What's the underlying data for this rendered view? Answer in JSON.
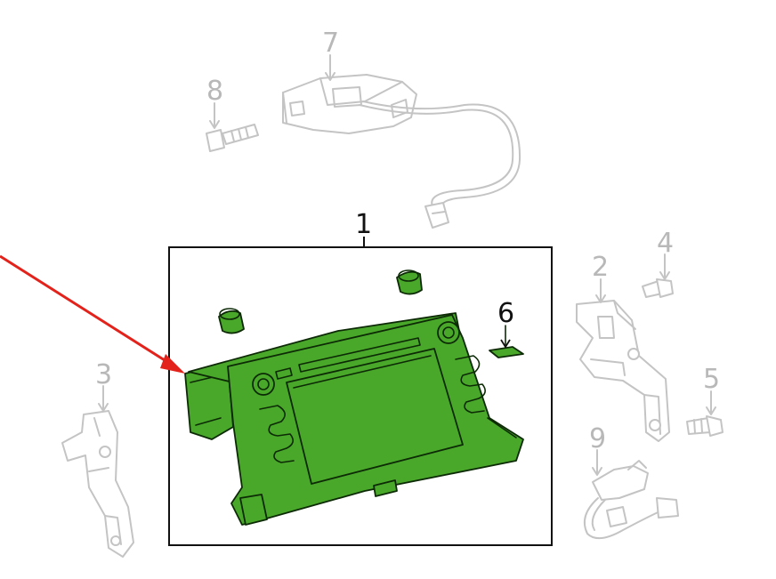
{
  "colors": {
    "part_highlight": "#49a82a",
    "ghost_line": "#c4c4c4",
    "pointer": "#e3231b",
    "outline": "#111111"
  },
  "callouts": {
    "c1": "1",
    "c2": "2",
    "c3": "3",
    "c4": "4",
    "c5": "5",
    "c6": "6",
    "c7": "7",
    "c8": "8",
    "c9": "9"
  }
}
